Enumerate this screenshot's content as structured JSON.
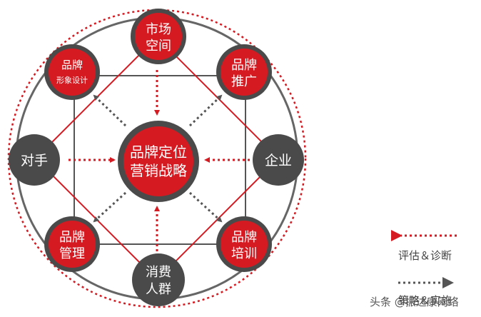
{
  "colors": {
    "red": "#d61a21",
    "gray": "#555555",
    "dark": "#4a4a4a",
    "ring": "#666666"
  },
  "center": {
    "line1": "品牌定位",
    "line2": "营销战略"
  },
  "nodes": {
    "top": {
      "line1": "市场",
      "line2": "空间",
      "fill": "red"
    },
    "top_right": {
      "line1": "品牌",
      "line2": "推广",
      "fill": "red"
    },
    "right": {
      "line1": "企业",
      "fill": "dark"
    },
    "bottom_right": {
      "line1": "品牌",
      "line2": "培训",
      "fill": "red"
    },
    "bottom": {
      "line1": "消费",
      "line2": "人群",
      "fill": "dark"
    },
    "bottom_left": {
      "line1": "品牌",
      "line2": "管理",
      "fill": "red"
    },
    "left": {
      "line1": "对手",
      "fill": "dark"
    },
    "top_left": {
      "line1": "品牌",
      "line2": "形象设计",
      "fill": "red"
    }
  },
  "legend": {
    "evaluate": "评估＆诊断",
    "strategy": "策略＆实施"
  },
  "watermark": "头条 @振达康网络"
}
